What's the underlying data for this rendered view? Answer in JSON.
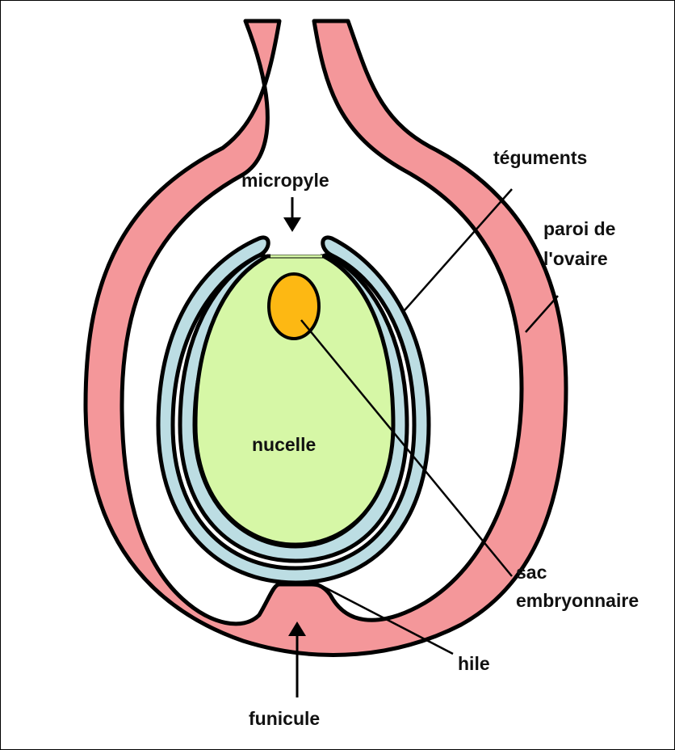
{
  "labels": {
    "micropyle": "micropyle",
    "teguments": "téguments",
    "paroi_line1": "paroi de",
    "paroi_line2": "l'ovaire",
    "nucelle": "nucelle",
    "sac_line1": "sac",
    "sac_line2": "embryonnaire",
    "hile": "hile",
    "funicule": "funicule"
  },
  "colors": {
    "ovary_wall": "#f4979a",
    "teguments": "#bcdde3",
    "nucelle": "#d6f7a6",
    "embryo_sac": "#fdb813",
    "outline": "#000000"
  }
}
